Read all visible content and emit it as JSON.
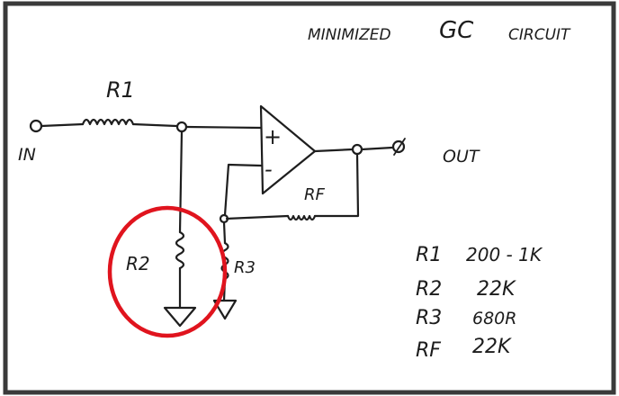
{
  "title_left": "MINIMIZED",
  "title_mid": "GC",
  "title_right": "CIRCUIT",
  "labels": {
    "in": "IN",
    "out": "OUT",
    "r1": "R1",
    "r2": "R2",
    "r3": "R3",
    "rf": "RF",
    "plus": "+",
    "minus": "-"
  },
  "parts_list": [
    {
      "name": "R1",
      "value": "200 - 1K"
    },
    {
      "name": "R2",
      "value": "22K"
    },
    {
      "name": "R3",
      "value": "680R"
    },
    {
      "name": "RF",
      "value": "22K"
    }
  ],
  "colors": {
    "ink": "#1e1e1e",
    "highlight": "#e0141e",
    "border": "#3a3a3a"
  }
}
